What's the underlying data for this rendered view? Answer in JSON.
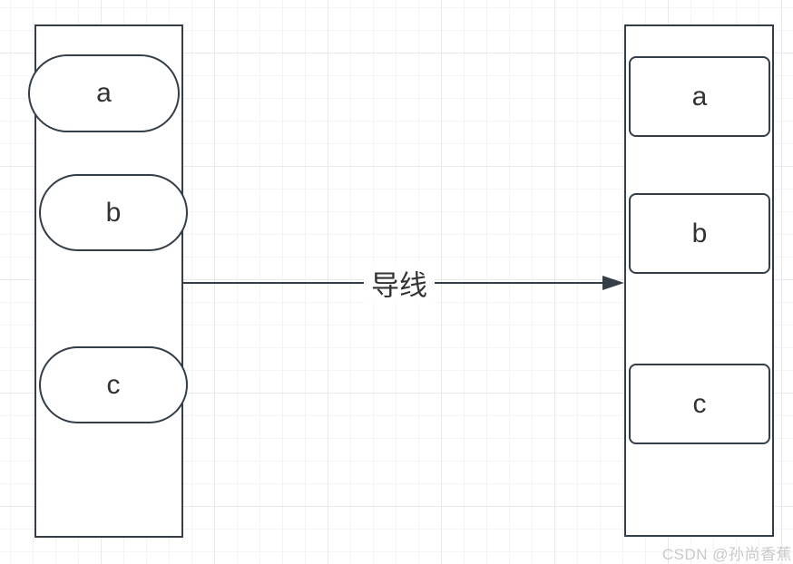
{
  "diagram": {
    "left_container": {
      "shape": "rectangle",
      "nodes": [
        {
          "label": "a",
          "shape": "pill"
        },
        {
          "label": "b",
          "shape": "pill"
        },
        {
          "label": "c",
          "shape": "pill"
        }
      ]
    },
    "right_container": {
      "shape": "rectangle",
      "nodes": [
        {
          "label": "a",
          "shape": "rounded-rectangle"
        },
        {
          "label": "b",
          "shape": "rounded-rectangle"
        },
        {
          "label": "c",
          "shape": "rounded-rectangle"
        }
      ]
    },
    "connector": {
      "label": "导线",
      "from": "left_container",
      "to": "right_container",
      "arrow": "filled-triangle-right"
    },
    "colors": {
      "stroke": "#333e48",
      "text": "#333333",
      "shape_fill": "#ffffff",
      "grid_minor": "#f4f4f4",
      "grid_major": "#e9e9e9",
      "watermark": "#c9c9c9"
    }
  },
  "watermark": {
    "text": "CSDN @孙尚香蕉"
  }
}
